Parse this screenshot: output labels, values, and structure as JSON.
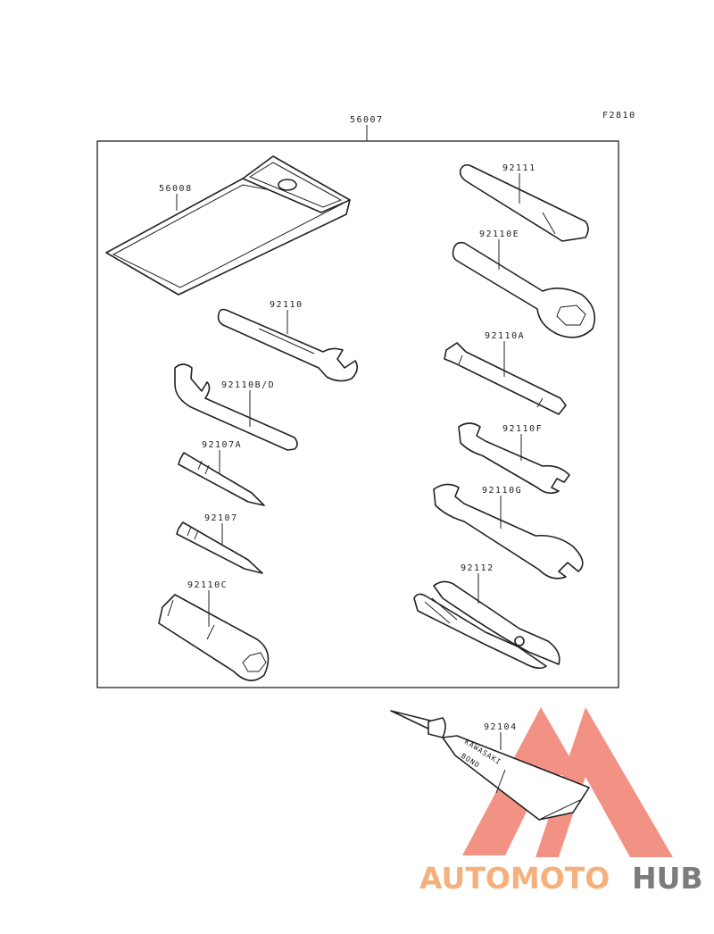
{
  "figure_code": "F2810",
  "kit_label": "56007",
  "parts": [
    {
      "id": "56008",
      "name": "tool-bag"
    },
    {
      "id": "92110",
      "name": "wrench-92110"
    },
    {
      "id": "92110B/D",
      "name": "hook-wrench"
    },
    {
      "id": "92107A",
      "name": "screwdriver-bit-92107a"
    },
    {
      "id": "92107",
      "name": "screwdriver-92107"
    },
    {
      "id": "92110C",
      "name": "spark-plug-wrench"
    },
    {
      "id": "92111",
      "name": "handle-bar"
    },
    {
      "id": "92110E",
      "name": "ring-wrench"
    },
    {
      "id": "92110A",
      "name": "spanner-92110a"
    },
    {
      "id": "92110F",
      "name": "open-end-wrench-small"
    },
    {
      "id": "92110G",
      "name": "open-end-wrench-large"
    },
    {
      "id": "92112",
      "name": "pliers"
    },
    {
      "id": "92104",
      "name": "bond-tube"
    }
  ],
  "tube_text": {
    "line1": "KAWASAKI",
    "line2": "BOND"
  },
  "watermark": {
    "part1": "AUTOMOTO",
    "part2": "HUB",
    "color1": "#f5b07c",
    "color2": "#7c7c7c",
    "triangle_color": "#f08070"
  }
}
